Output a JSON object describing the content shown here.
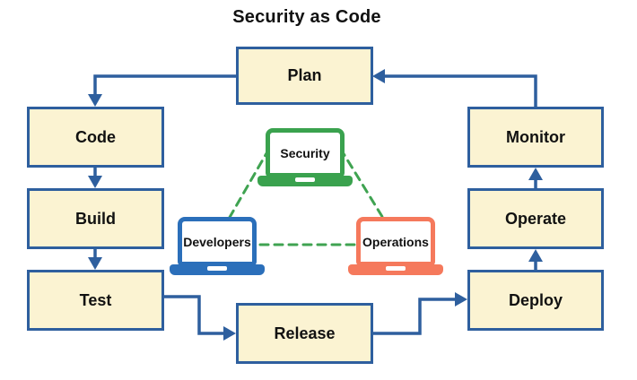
{
  "title": "Security as Code",
  "nodes": {
    "plan": "Plan",
    "code": "Code",
    "build": "Build",
    "test": "Test",
    "release": "Release",
    "deploy": "Deploy",
    "operate": "Operate",
    "monitor": "Monitor"
  },
  "laptops": {
    "security": {
      "label": "Security",
      "color": "#3aa24e"
    },
    "developers": {
      "label": "Developers",
      "color": "#2b6fba"
    },
    "operations": {
      "label": "Operations",
      "color": "#f5795c"
    }
  },
  "flow": [
    {
      "from": "Plan",
      "to": "Code"
    },
    {
      "from": "Code",
      "to": "Build"
    },
    {
      "from": "Build",
      "to": "Test"
    },
    {
      "from": "Test",
      "to": "Release"
    },
    {
      "from": "Release",
      "to": "Deploy"
    },
    {
      "from": "Deploy",
      "to": "Operate"
    },
    {
      "from": "Operate",
      "to": "Monitor"
    },
    {
      "from": "Monitor",
      "to": "Plan"
    }
  ],
  "dashed_links": [
    {
      "from": "Security",
      "to": "Developers"
    },
    {
      "from": "Security",
      "to": "Operations"
    },
    {
      "from": "Developers",
      "to": "Operations"
    }
  ],
  "colors": {
    "node_fill": "#fbf3d2",
    "node_border": "#2e5f9e",
    "arrow": "#2e5f9e",
    "dashed_link": "#3fa351",
    "background": "#ffffff",
    "text": "#111111"
  }
}
